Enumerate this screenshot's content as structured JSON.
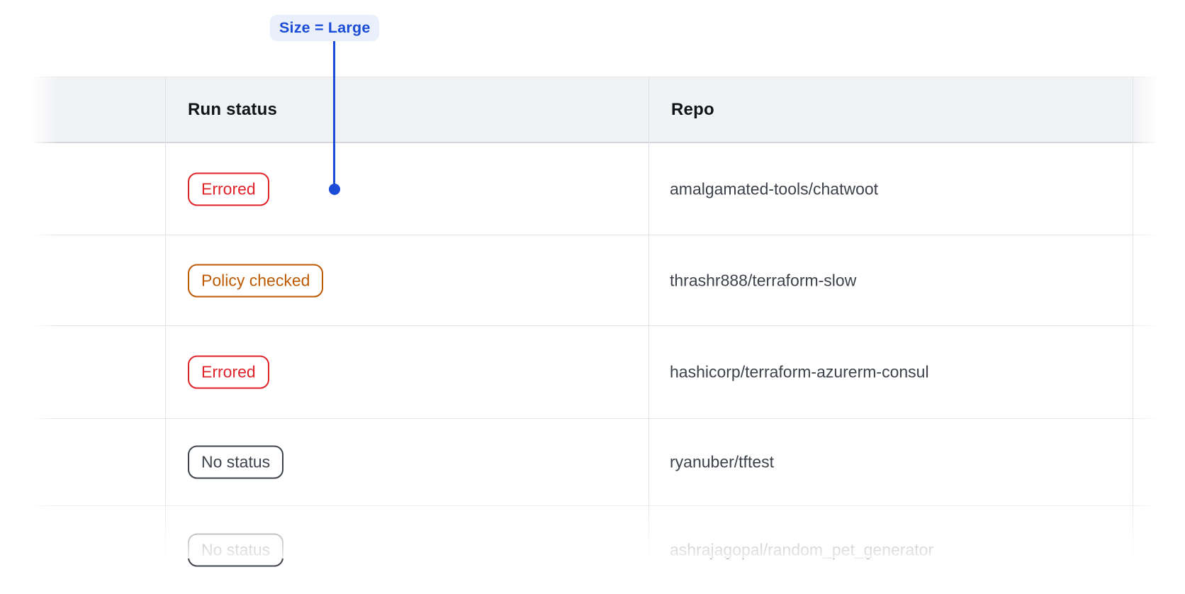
{
  "annotation": {
    "label": "Size = Large",
    "text_color": "#1b4cd7",
    "pill_bg_color": "#e9f0fc",
    "line_color": "#1b4cd7"
  },
  "table": {
    "header": {
      "run_status": "Run status",
      "repo": "Repo"
    },
    "rows": [
      {
        "status": "Errored",
        "variant": "critical",
        "repo": "amalgamated-tools/chatwoot"
      },
      {
        "status": "Policy checked",
        "variant": "warning",
        "repo": "thrashr888/terraform-slow"
      },
      {
        "status": "Errored",
        "variant": "critical",
        "repo": "hashicorp/terraform-azurerm-consul"
      },
      {
        "status": "No status",
        "variant": "neutral",
        "repo": "ryanuber/tftest"
      },
      {
        "status": "No status",
        "variant": "neutral",
        "repo": "ashrajagopal/random_pet_generator"
      }
    ],
    "status_colors": {
      "critical": "#e0222a",
      "warning": "#bd5a04",
      "neutral": "#3e434c"
    },
    "grid_colors": {
      "header_bg": "#f1f2f4",
      "row_separator": "#e4e5e9",
      "column_divider": "#dfe1e5",
      "header_bottom_border": "#d3d5da"
    }
  }
}
